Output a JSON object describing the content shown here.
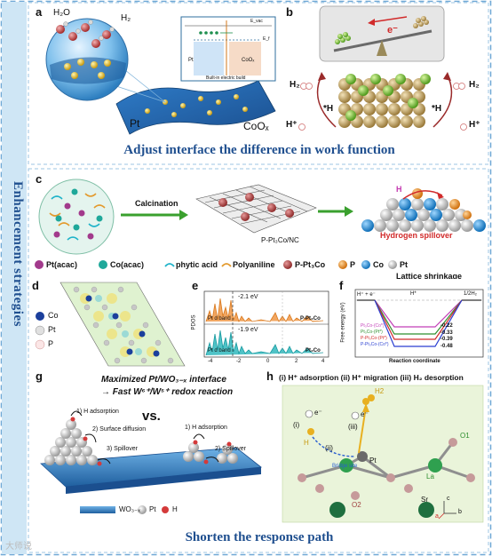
{
  "sidebar": {
    "title": "Enhancement strategies"
  },
  "section1": {
    "banner": "Adjust interface the difference in work function"
  },
  "section2": {
    "banner": "Shorten the response path"
  },
  "panel_a": {
    "label": "a",
    "molecule_h2o": "H₂O",
    "molecule_h2": "H₂",
    "pt_label": "Pt",
    "coox_label": "CoOₓ",
    "inset": {
      "pt": "Pt",
      "coox": "CoOₓ",
      "field": "Built-in electric build",
      "evac": "E_vac",
      "ef": "E_f"
    }
  },
  "panel_b": {
    "label": "b",
    "electron": "e⁻",
    "left_h2": "H₂",
    "right_h2": "H₂",
    "left_h": "*H",
    "right_h": "*H",
    "left_hplus": "H⁺",
    "right_hplus": "H⁺"
  },
  "panel_c": {
    "label": "c",
    "step1": "Calcination",
    "product": "P-Pt₃Co/NC",
    "spillover": "Hydrogen spillover",
    "shrink": "Lattice shrinkage",
    "h_label": "H",
    "legend": [
      {
        "name": "Pt(acac)",
        "color": "#a23a8c"
      },
      {
        "name": "Co(acac)",
        "color": "#1fa89a"
      },
      {
        "name": "phytic acid",
        "color": "#1fb3c9"
      },
      {
        "name": "Polyaniline",
        "color": "#e39a2d"
      },
      {
        "name": "P-Pt₃Co",
        "color": "#b43c3c"
      },
      {
        "name": "P",
        "color": "#e08a1c"
      },
      {
        "name": "Co",
        "color": "#1a8fd6"
      },
      {
        "name": "Pt",
        "color": "#c9c9c9"
      }
    ]
  },
  "panel_d": {
    "label": "d",
    "legend": [
      {
        "name": "Co",
        "color": "#1b3f9c"
      },
      {
        "name": "Pt",
        "color": "#c7c7c7"
      },
      {
        "name": "P",
        "color": "#f2c9c9"
      }
    ]
  },
  "panel_e": {
    "label": "e",
    "ylabel": "PDOS",
    "top_value": "-2.1 eV",
    "top_band": "Pt d band",
    "top_sample": "P-Pt₃Co",
    "bottom_value": "-1.9 eV",
    "bottom_band": "Pt d band",
    "bottom_sample": "Pt₃Co",
    "ticks": [
      "-4",
      "-2",
      "0",
      "2",
      "4"
    ]
  },
  "panel_f": {
    "label": "f",
    "ylabel": "Free energy (eV)",
    "xlabel": "Reaction coordinate",
    "states": [
      "H⁺ + e⁻",
      "H*",
      "1/2H₂"
    ],
    "series": [
      {
        "name": "Pt₃Co-(Co*)",
        "value": "-0.22",
        "color": "#c23fb8"
      },
      {
        "name": "Pt₃Co-(Pt*)",
        "value": "-0.33",
        "color": "#2f8f2f"
      },
      {
        "name": "P-Pt₃Co-(Pt*)",
        "value": "-0.39",
        "color": "#d12a2a"
      },
      {
        "name": "P-Pt₃Co-(Co*)",
        "value": "-0.48",
        "color": "#2a3fd1"
      }
    ]
  },
  "panel_g": {
    "label": "g",
    "title1": "Maximized Pt/WO₃₋ₓ interface",
    "title2": "→ Fast W⁶⁺/W⁵⁺ redox reaction",
    "vs": "vs.",
    "left_steps": [
      "1) H adsorption",
      "2) Surface diffusion",
      "3) Spillover"
    ],
    "right_steps": [
      "1) H adsorption",
      "2) Spillover"
    ],
    "legend": [
      {
        "name": "WO₃₋ₓ",
        "color": "#2b79c2"
      },
      {
        "name": "Pt",
        "color": "#c9c9c9"
      },
      {
        "name": "H",
        "color": "#d43a3a"
      }
    ]
  },
  "panel_h": {
    "label": "h",
    "title": "(i) H⁺ adsorption (ii) H⁺ migration (iii) H₂ desorption",
    "labels": {
      "i": "(i)",
      "ii": "(ii)",
      "iii": "(iii)",
      "h": "H",
      "h2": "H2",
      "e1": "e⁻",
      "e2": "e⁻",
      "pt": "Pt",
      "la": "La",
      "o1": "O1",
      "o2": "O2",
      "sr": "Sr",
      "bridge": "Bridge site"
    },
    "axes": {
      "a": "a",
      "b": "b",
      "c": "c"
    }
  },
  "watermark": "大师说"
}
